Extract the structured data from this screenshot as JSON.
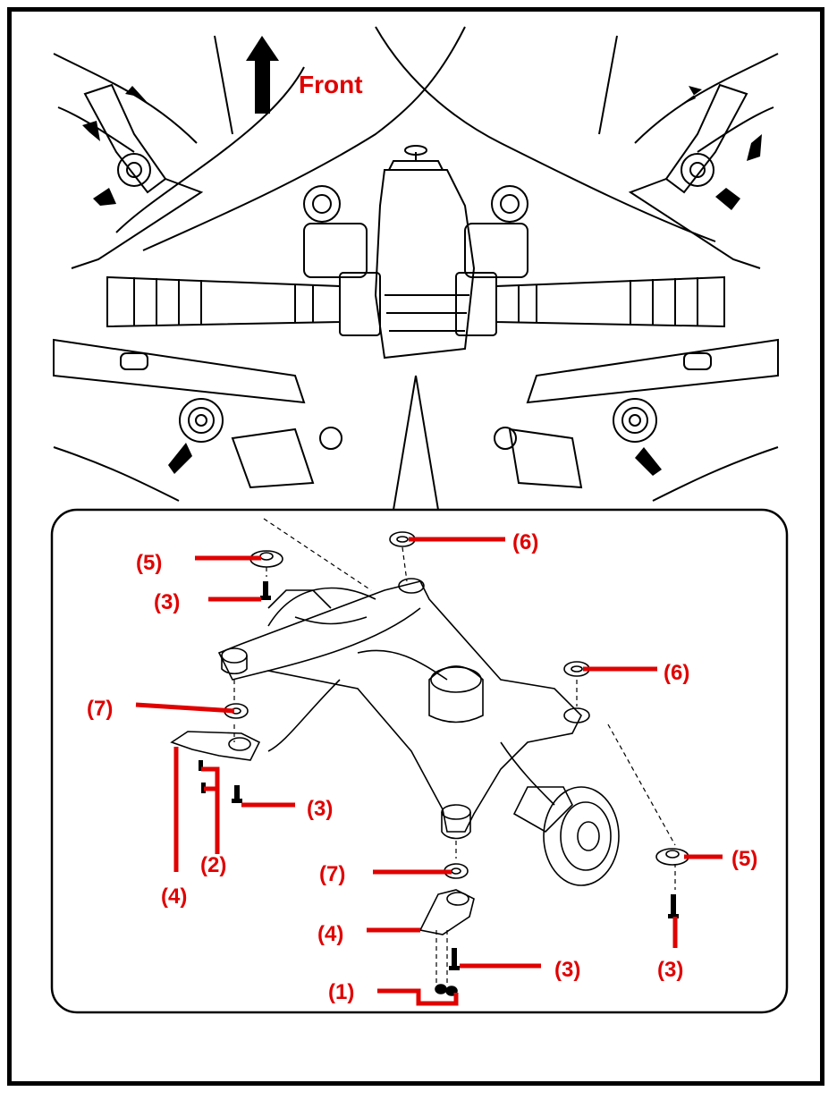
{
  "colors": {
    "label": "#e00000",
    "line": "#000000",
    "background": "#ffffff"
  },
  "direction_label": "Front",
  "callouts": {
    "c1": "(1)",
    "c2": "(2)",
    "c3": "(3)",
    "c4": "(4)",
    "c5": "(5)",
    "c6": "(6)",
    "c7": "(7)"
  }
}
